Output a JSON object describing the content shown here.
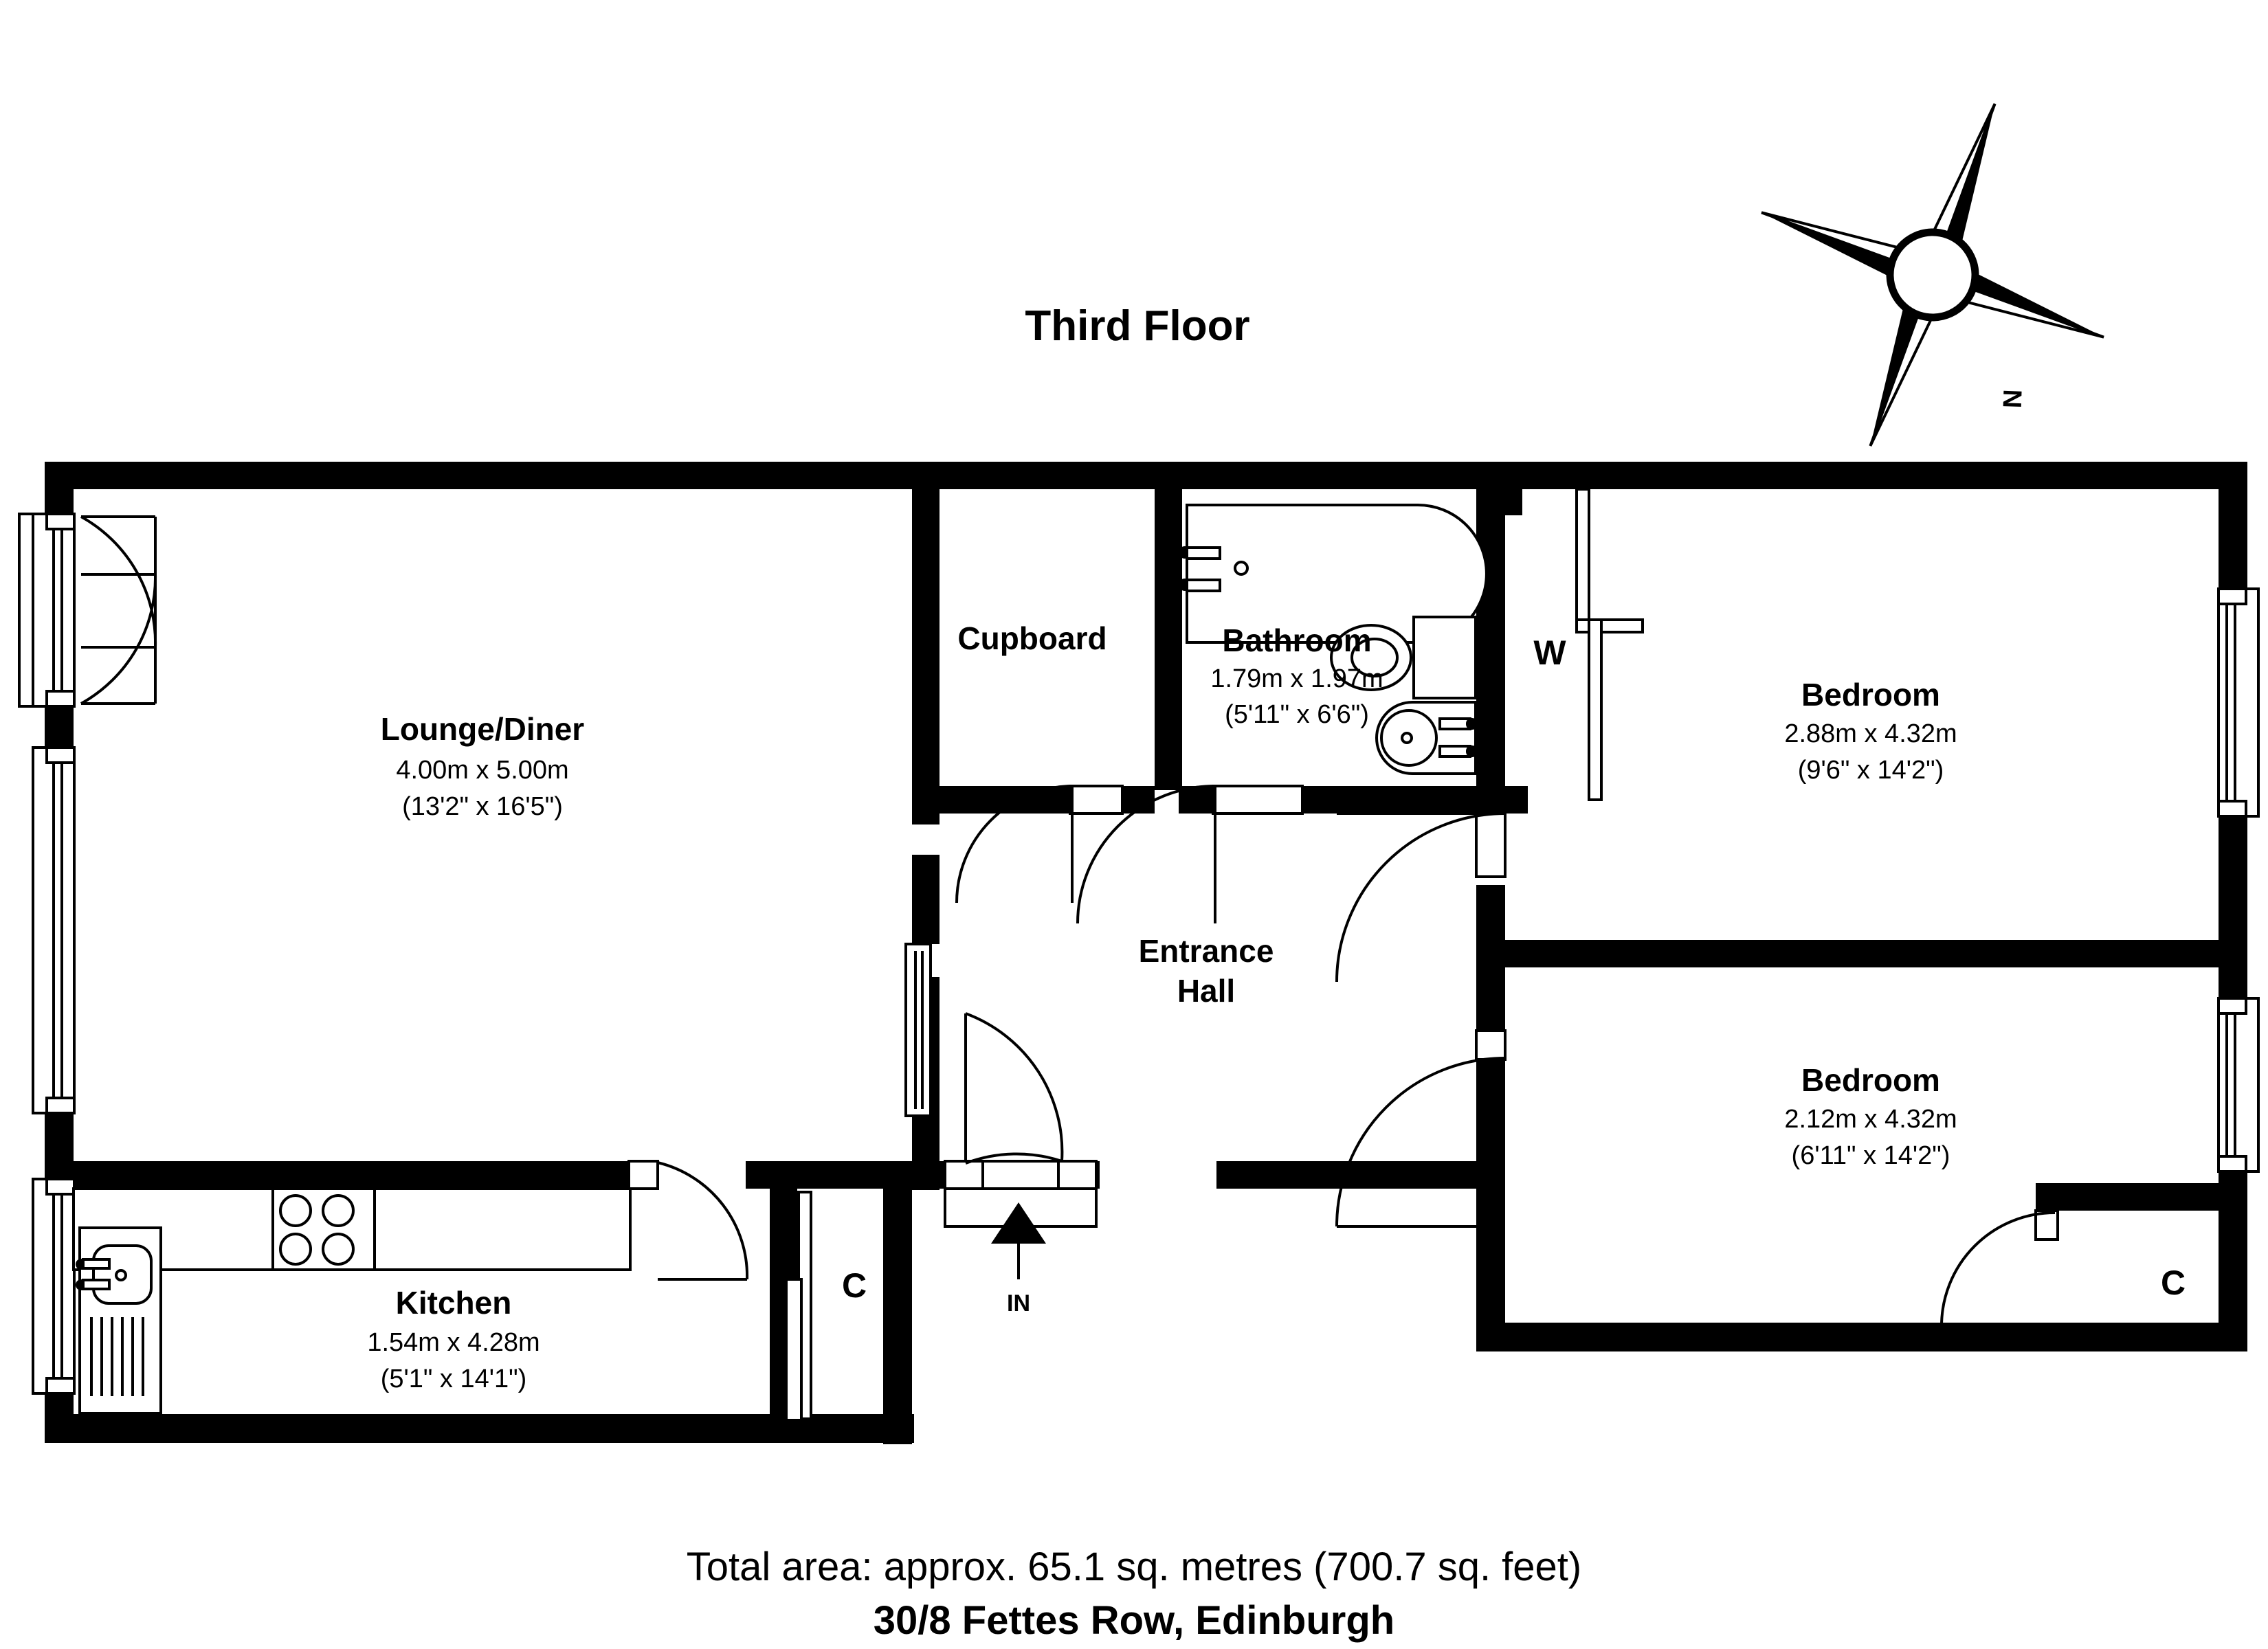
{
  "header": {
    "floor_title": "Third Floor"
  },
  "compass": {
    "label": "N",
    "icon": "compass-rose-icon"
  },
  "rooms": [
    {
      "key": "lounge",
      "name": "Lounge/Diner",
      "metric": "4.00m x 5.00m",
      "imperial": "(13'2\" x 16'5\")"
    },
    {
      "key": "kitchen",
      "name": "Kitchen",
      "metric": "1.54m x 4.28m",
      "imperial": "(5'1\" x 14'1\")"
    },
    {
      "key": "cupboard",
      "name": "Cupboard",
      "metric": "",
      "imperial": ""
    },
    {
      "key": "bathroom",
      "name": "Bathroom",
      "metric": "1.79m x 1.97m",
      "imperial": "(5'11\" x 6'6\")"
    },
    {
      "key": "entrance_hall",
      "name_line1": "Entrance",
      "name_line2": "Hall",
      "metric": "",
      "imperial": ""
    },
    {
      "key": "bedroom1",
      "name": "Bedroom",
      "metric": "2.88m x 4.32m",
      "imperial": "(9'6\" x 14'2\")"
    },
    {
      "key": "bedroom2",
      "name": "Bedroom",
      "metric": "2.12m x 4.32m",
      "imperial": "(6'11\" x 14'2\")"
    }
  ],
  "markers": {
    "wardrobe_letter": "W",
    "cupboard_letter_left": "C",
    "cupboard_letter_right": "C",
    "entrance_label": "IN"
  },
  "footer": {
    "total_area": "Total area: approx. 65.1 sq. metres (700.7 sq. feet)",
    "address": "30/8 Fettes Row, Edinburgh"
  },
  "colors": {
    "wall": "#000000",
    "background": "#ffffff",
    "line": "#000000"
  }
}
